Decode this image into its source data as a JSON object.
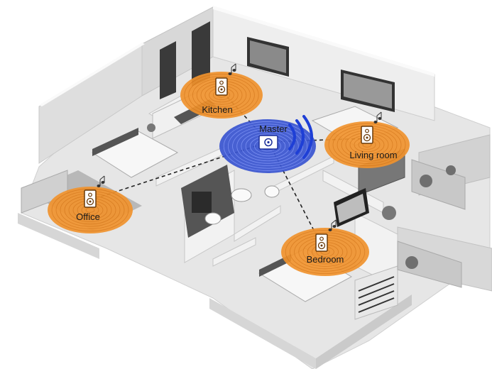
{
  "colors": {
    "zone": "#f0922e",
    "zone_dark": "#c96a10",
    "master": "#3a55d0",
    "master_dark": "#1c2f9a",
    "wifi": "#1e3fd6",
    "link": "#222222"
  },
  "master": {
    "label": "Master",
    "icon": "wifi-speaker-icon"
  },
  "zones": [
    {
      "id": "kitchen",
      "label": "Kitchen",
      "icon": "speaker-icon"
    },
    {
      "id": "living-room",
      "label": "Living room",
      "icon": "speaker-icon"
    },
    {
      "id": "office",
      "label": "Office",
      "icon": "speaker-icon"
    },
    {
      "id": "bedroom",
      "label": "Bedroom",
      "icon": "speaker-icon"
    }
  ]
}
